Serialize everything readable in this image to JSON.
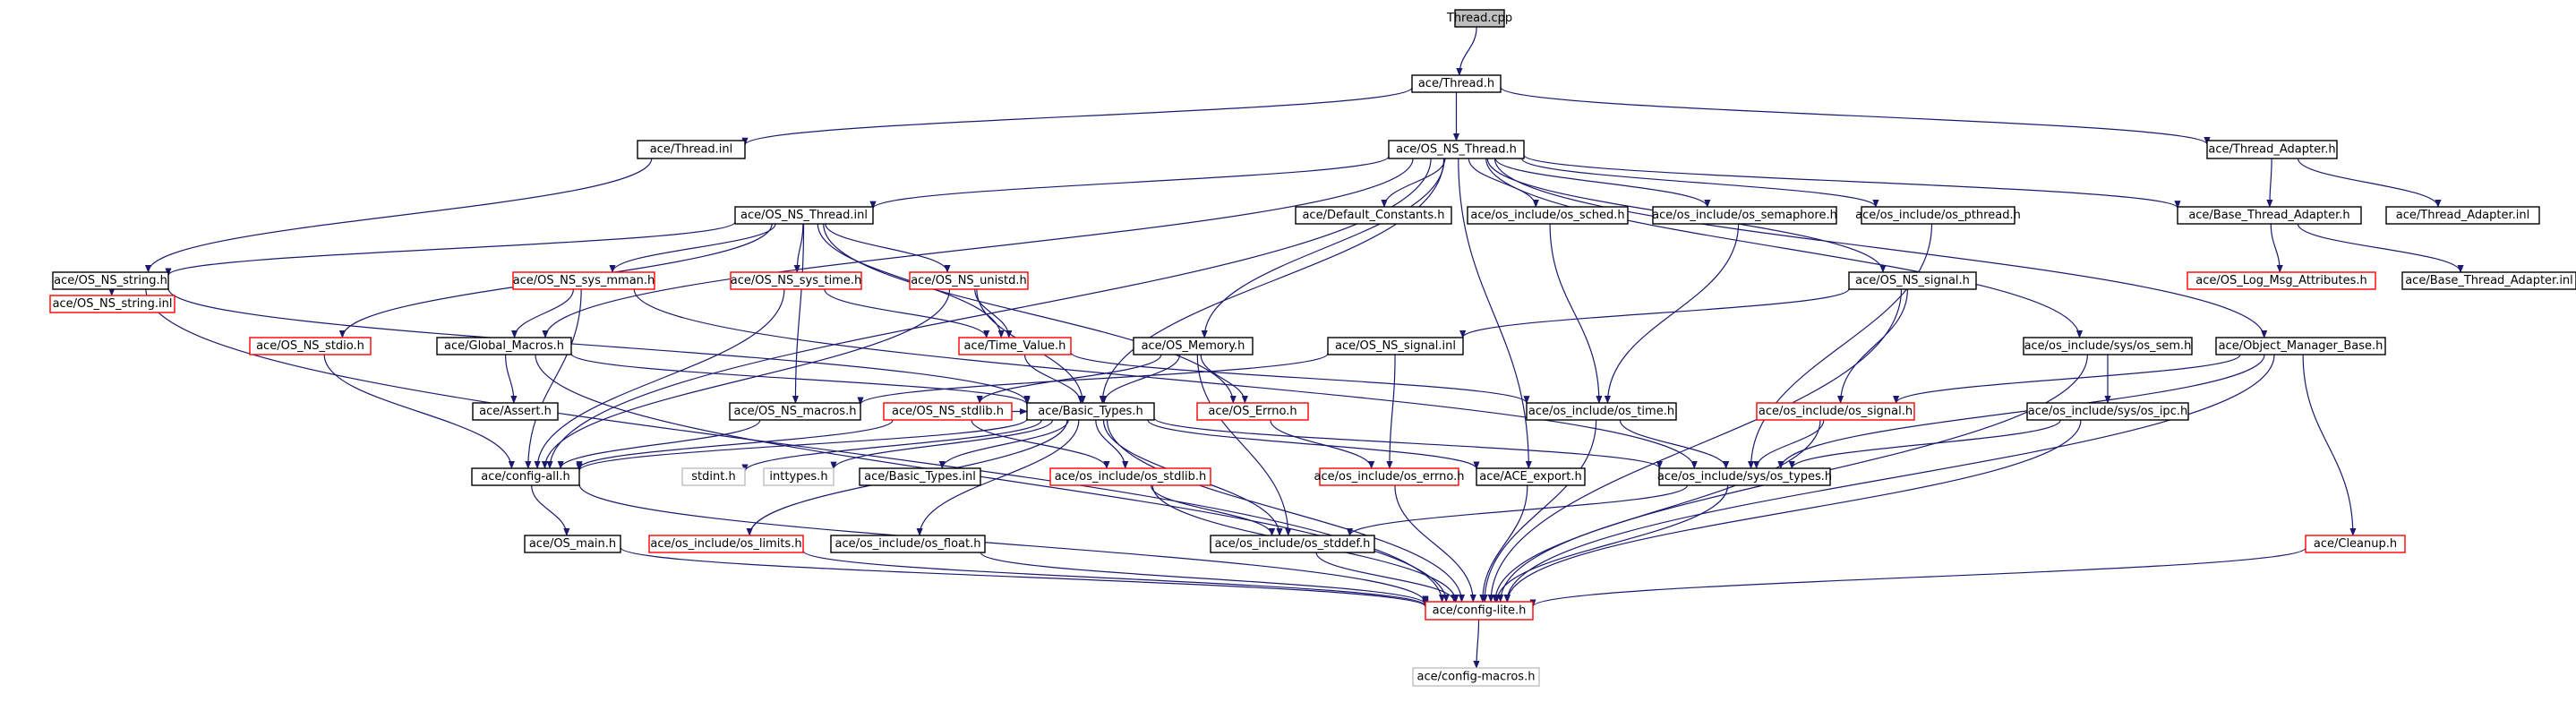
{
  "colors": {
    "edge": "#191970",
    "border_default": "#000000",
    "border_missing": "#ff0000",
    "border_external": "#bfbfbf",
    "root_fill": "#bfbfbf",
    "node_fill": "#ffffff"
  },
  "nodes": [
    {
      "id": "thread_cpp",
      "label": "Thread.cpp",
      "kind": "root"
    },
    {
      "id": "ace_thread_h",
      "label": "ace/Thread.h",
      "kind": "default"
    },
    {
      "id": "ace_thread_inl",
      "label": "ace/Thread.inl",
      "kind": "default"
    },
    {
      "id": "os_ns_thread_h",
      "label": "ace/OS_NS_Thread.h",
      "kind": "default"
    },
    {
      "id": "thread_adapter_h",
      "label": "ace/Thread_Adapter.h",
      "kind": "default"
    },
    {
      "id": "os_ns_thread_inl",
      "label": "ace/OS_NS_Thread.inl",
      "kind": "default"
    },
    {
      "id": "default_constants",
      "label": "ace/Default_Constants.h",
      "kind": "default"
    },
    {
      "id": "os_sched",
      "label": "ace/os_include/os_sched.h",
      "kind": "default"
    },
    {
      "id": "os_semaphore",
      "label": "ace/os_include/os_semaphore.h",
      "kind": "default"
    },
    {
      "id": "os_pthread",
      "label": "ace/os_include/os_pthread.h",
      "kind": "default"
    },
    {
      "id": "base_thread_adapter_h",
      "label": "ace/Base_Thread_Adapter.h",
      "kind": "default"
    },
    {
      "id": "thread_adapter_inl",
      "label": "ace/Thread_Adapter.inl",
      "kind": "default"
    },
    {
      "id": "os_ns_string_h",
      "label": "ace/OS_NS_string.h",
      "kind": "default"
    },
    {
      "id": "os_ns_string_inl",
      "label": "ace/OS_NS_string.inl",
      "kind": "missing"
    },
    {
      "id": "os_ns_sys_mman",
      "label": "ace/OS_NS_sys_mman.h",
      "kind": "missing"
    },
    {
      "id": "os_ns_sys_time",
      "label": "ace/OS_NS_sys_time.h",
      "kind": "missing"
    },
    {
      "id": "os_ns_unistd",
      "label": "ace/OS_NS_unistd.h",
      "kind": "missing"
    },
    {
      "id": "os_ns_signal_h",
      "label": "ace/OS_NS_signal.h",
      "kind": "default"
    },
    {
      "id": "os_log_msg_attr",
      "label": "ace/OS_Log_Msg_Attributes.h",
      "kind": "missing"
    },
    {
      "id": "base_thread_adapter_inl",
      "label": "ace/Base_Thread_Adapter.inl",
      "kind": "default"
    },
    {
      "id": "os_ns_stdio",
      "label": "ace/OS_NS_stdio.h",
      "kind": "missing"
    },
    {
      "id": "global_macros",
      "label": "ace/Global_Macros.h",
      "kind": "default"
    },
    {
      "id": "time_value",
      "label": "ace/Time_Value.h",
      "kind": "missing"
    },
    {
      "id": "os_memory",
      "label": "ace/OS_Memory.h",
      "kind": "default"
    },
    {
      "id": "os_ns_signal_inl",
      "label": "ace/OS_NS_signal.inl",
      "kind": "default"
    },
    {
      "id": "sys_os_sem",
      "label": "ace/os_include/sys/os_sem.h",
      "kind": "default"
    },
    {
      "id": "object_manager_base",
      "label": "ace/Object_Manager_Base.h",
      "kind": "default"
    },
    {
      "id": "assert_h",
      "label": "ace/Assert.h",
      "kind": "default"
    },
    {
      "id": "os_ns_macros",
      "label": "ace/OS_NS_macros.h",
      "kind": "default"
    },
    {
      "id": "os_ns_stdlib",
      "label": "ace/OS_NS_stdlib.h",
      "kind": "missing"
    },
    {
      "id": "basic_types_h",
      "label": "ace/Basic_Types.h",
      "kind": "default"
    },
    {
      "id": "os_errno_h",
      "label": "ace/OS_Errno.h",
      "kind": "missing"
    },
    {
      "id": "os_time_h",
      "label": "ace/os_include/os_time.h",
      "kind": "default"
    },
    {
      "id": "os_signal_h",
      "label": "ace/os_include/os_signal.h",
      "kind": "missing"
    },
    {
      "id": "sys_os_ipc",
      "label": "ace/os_include/sys/os_ipc.h",
      "kind": "default"
    },
    {
      "id": "config_all",
      "label": "ace/config-all.h",
      "kind": "default"
    },
    {
      "id": "stdint_h",
      "label": "stdint.h",
      "kind": "external"
    },
    {
      "id": "inttypes_h",
      "label": "inttypes.h",
      "kind": "external"
    },
    {
      "id": "basic_types_inl",
      "label": "ace/Basic_Types.inl",
      "kind": "default"
    },
    {
      "id": "os_stdlib_h",
      "label": "ace/os_include/os_stdlib.h",
      "kind": "missing"
    },
    {
      "id": "os_errno_inc",
      "label": "ace/os_include/os_errno.h",
      "kind": "missing"
    },
    {
      "id": "ace_export",
      "label": "ace/ACE_export.h",
      "kind": "default"
    },
    {
      "id": "sys_os_types",
      "label": "ace/os_include/sys/os_types.h",
      "kind": "default"
    },
    {
      "id": "os_main",
      "label": "ace/OS_main.h",
      "kind": "default"
    },
    {
      "id": "os_limits",
      "label": "ace/os_include/os_limits.h",
      "kind": "missing"
    },
    {
      "id": "os_float",
      "label": "ace/os_include/os_float.h",
      "kind": "default"
    },
    {
      "id": "os_stddef",
      "label": "ace/os_include/os_stddef.h",
      "kind": "default"
    },
    {
      "id": "cleanup_h",
      "label": "ace/Cleanup.h",
      "kind": "missing"
    },
    {
      "id": "config_lite",
      "label": "ace/config-lite.h",
      "kind": "missing"
    },
    {
      "id": "config_macros",
      "label": "ace/config-macros.h",
      "kind": "external"
    }
  ],
  "edges": [
    [
      "thread_cpp",
      "ace_thread_h"
    ],
    [
      "ace_thread_h",
      "ace_thread_inl"
    ],
    [
      "ace_thread_h",
      "os_ns_thread_h"
    ],
    [
      "ace_thread_h",
      "thread_adapter_h"
    ],
    [
      "ace_thread_inl",
      "os_ns_string_h"
    ],
    [
      "os_ns_thread_h",
      "os_ns_thread_inl"
    ],
    [
      "os_ns_thread_h",
      "default_constants"
    ],
    [
      "os_ns_thread_h",
      "os_sched"
    ],
    [
      "os_ns_thread_h",
      "os_semaphore"
    ],
    [
      "os_ns_thread_h",
      "os_pthread"
    ],
    [
      "os_ns_thread_h",
      "base_thread_adapter_h"
    ],
    [
      "os_ns_thread_h",
      "os_ns_signal_h"
    ],
    [
      "os_ns_thread_h",
      "sys_os_sem"
    ],
    [
      "os_ns_thread_h",
      "object_manager_base"
    ],
    [
      "os_ns_thread_h",
      "os_memory"
    ],
    [
      "os_ns_thread_h",
      "global_macros"
    ],
    [
      "os_ns_thread_h",
      "config_all"
    ],
    [
      "os_ns_thread_h",
      "basic_types_h"
    ],
    [
      "os_ns_thread_h",
      "ace_export"
    ],
    [
      "thread_adapter_h",
      "base_thread_adapter_h"
    ],
    [
      "thread_adapter_h",
      "thread_adapter_inl"
    ],
    [
      "base_thread_adapter_h",
      "os_log_msg_attr"
    ],
    [
      "base_thread_adapter_h",
      "base_thread_adapter_inl"
    ],
    [
      "os_ns_thread_inl",
      "os_ns_string_h"
    ],
    [
      "os_ns_thread_inl",
      "os_ns_sys_mman"
    ],
    [
      "os_ns_thread_inl",
      "os_ns_sys_time"
    ],
    [
      "os_ns_thread_inl",
      "os_ns_unistd"
    ],
    [
      "os_ns_thread_inl",
      "os_ns_stdio"
    ],
    [
      "os_ns_thread_inl",
      "time_value"
    ],
    [
      "os_ns_thread_inl",
      "os_ns_macros"
    ],
    [
      "os_ns_thread_inl",
      "os_errno_h"
    ],
    [
      "os_ns_string_h",
      "os_ns_string_inl"
    ],
    [
      "os_ns_string_h",
      "basic_types_h"
    ],
    [
      "os_ns_string_h",
      "config_lite"
    ],
    [
      "os_ns_sys_mman",
      "global_macros"
    ],
    [
      "os_ns_sys_mman",
      "config_all"
    ],
    [
      "os_ns_sys_mman",
      "sys_os_types"
    ],
    [
      "os_ns_sys_time",
      "time_value"
    ],
    [
      "os_ns_sys_time",
      "config_all"
    ],
    [
      "os_ns_unistd",
      "time_value"
    ],
    [
      "os_ns_unistd",
      "basic_types_h"
    ],
    [
      "os_ns_unistd",
      "config_all"
    ],
    [
      "os_ns_stdio",
      "config_all"
    ],
    [
      "global_macros",
      "assert_h"
    ],
    [
      "global_macros",
      "basic_types_h"
    ],
    [
      "global_macros",
      "config_lite"
    ],
    [
      "time_value",
      "basic_types_h"
    ],
    [
      "time_value",
      "os_time_h"
    ],
    [
      "os_memory",
      "basic_types_h"
    ],
    [
      "os_memory",
      "os_errno_h"
    ],
    [
      "os_memory",
      "os_ns_stdlib"
    ],
    [
      "os_memory",
      "os_stddef"
    ],
    [
      "os_ns_signal_h",
      "os_ns_signal_inl"
    ],
    [
      "os_ns_signal_h",
      "os_signal_h"
    ],
    [
      "os_ns_signal_h",
      "config_lite"
    ],
    [
      "os_ns_signal_inl",
      "os_ns_macros"
    ],
    [
      "os_ns_signal_inl",
      "os_errno_inc"
    ],
    [
      "sys_os_sem",
      "sys_os_ipc"
    ],
    [
      "sys_os_sem",
      "config_lite"
    ],
    [
      "object_manager_base",
      "os_signal_h"
    ],
    [
      "object_manager_base",
      "sys_os_types"
    ],
    [
      "object_manager_base",
      "cleanup_h"
    ],
    [
      "object_manager_base",
      "config_lite"
    ],
    [
      "os_sched",
      "os_time_h"
    ],
    [
      "os_semaphore",
      "os_time_h"
    ],
    [
      "os_pthread",
      "sys_os_types"
    ],
    [
      "os_ns_macros",
      "config_all"
    ],
    [
      "os_ns_stdlib",
      "basic_types_h"
    ],
    [
      "os_ns_stdlib",
      "os_stdlib_h"
    ],
    [
      "os_ns_stdlib",
      "config_all"
    ],
    [
      "os_errno_h",
      "os_errno_inc"
    ],
    [
      "basic_types_h",
      "config_all"
    ],
    [
      "basic_types_h",
      "stdint_h"
    ],
    [
      "basic_types_h",
      "inttypes_h"
    ],
    [
      "basic_types_h",
      "basic_types_inl"
    ],
    [
      "basic_types_h",
      "os_stdlib_h"
    ],
    [
      "basic_types_h",
      "os_limits"
    ],
    [
      "basic_types_h",
      "os_float"
    ],
    [
      "basic_types_h",
      "os_stddef"
    ],
    [
      "basic_types_h",
      "ace_export"
    ],
    [
      "basic_types_h",
      "sys_os_types"
    ],
    [
      "basic_types_h",
      "config_lite"
    ],
    [
      "os_time_h",
      "sys_os_types"
    ],
    [
      "os_time_h",
      "config_lite"
    ],
    [
      "os_signal_h",
      "sys_os_types"
    ],
    [
      "os_signal_h",
      "config_lite"
    ],
    [
      "sys_os_ipc",
      "sys_os_types"
    ],
    [
      "sys_os_ipc",
      "config_lite"
    ],
    [
      "config_all",
      "os_main"
    ],
    [
      "config_all",
      "config_lite"
    ],
    [
      "os_stdlib_h",
      "os_stddef"
    ],
    [
      "os_stdlib_h",
      "config_lite"
    ],
    [
      "os_errno_inc",
      "config_lite"
    ],
    [
      "ace_export",
      "config_lite"
    ],
    [
      "sys_os_types",
      "os_stddef"
    ],
    [
      "sys_os_types",
      "config_lite"
    ],
    [
      "os_limits",
      "config_lite"
    ],
    [
      "os_float",
      "config_lite"
    ],
    [
      "os_stddef",
      "config_lite"
    ],
    [
      "cleanup_h",
      "config_lite"
    ],
    [
      "os_main",
      "config_lite"
    ],
    [
      "config_lite",
      "config_macros"
    ]
  ]
}
